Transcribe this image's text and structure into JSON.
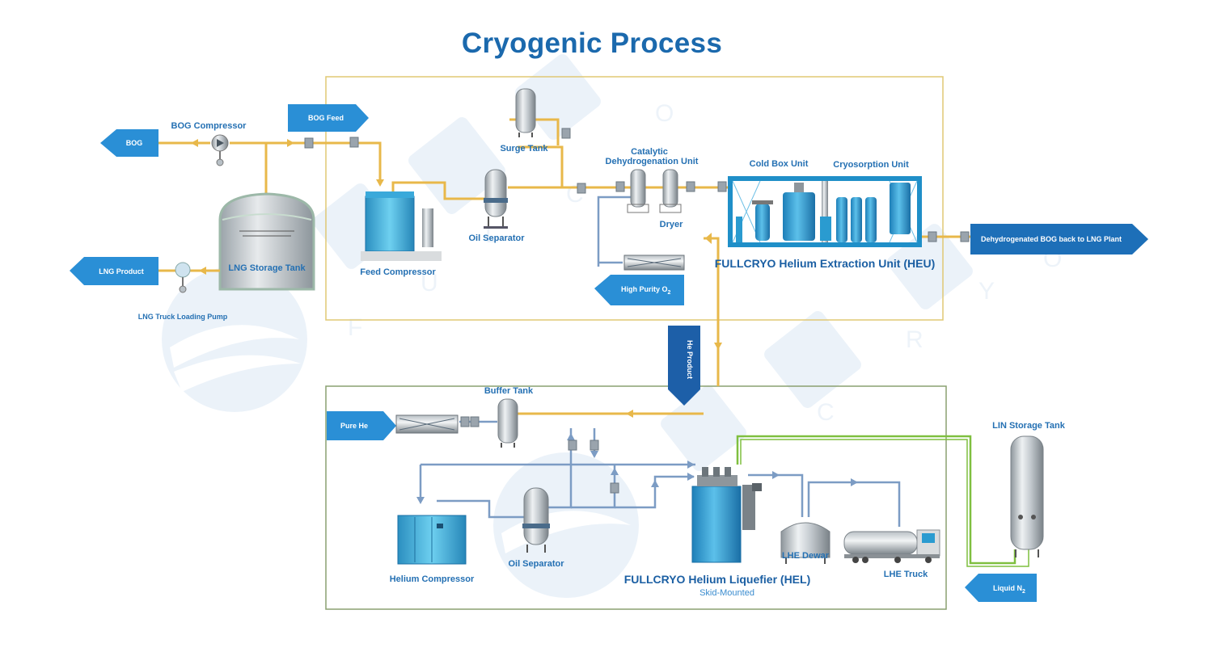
{
  "title": "Cryogenic Process",
  "colors": {
    "gold_pipe": "#e8b84a",
    "blue_pipe": "#7c9cc4",
    "green_pipe": "#7fbf3f",
    "tag_blue": "#2a8fd6",
    "tag_dark": "#1d5fa8",
    "frame_top": "#e0c874",
    "frame_bottom": "#8aa070"
  },
  "tags": {
    "bog": "BOG",
    "bog_feed": "BOG Feed",
    "lng_product": "LNG Product",
    "high_purity_o2": "High Purity O",
    "high_purity_o2_sub": "2",
    "dehydrogenated_bog": "Dehydrogenated BOG back to LNG Plant",
    "he_product": "He Product",
    "pure_he": "Pure He",
    "liquid_n2": "Liquid N",
    "liquid_n2_sub": "2"
  },
  "labels": {
    "bog_compressor": "BOG Compressor",
    "surge_tank": "Surge Tank",
    "catalytic_line1": "Catalytic",
    "catalytic_line2": "Dehydrogenation Unit",
    "cold_box_unit": "Cold Box Unit",
    "cryosorption_unit": "Cryosorption Unit",
    "oil_separator_top": "Oil Separator",
    "dryer": "Dryer",
    "feed_compressor": "Feed Compressor",
    "lng_storage_tank": "LNG Storage Tank",
    "lng_truck_loading_pump": "LNG Truck Loading Pump",
    "heu": "FULLCRYO Helium Extraction Unit (HEU)",
    "buffer_tank": "Buffer Tank",
    "lin_storage_tank": "LIN Storage Tank",
    "helium_compressor": "Helium Compressor",
    "oil_separator_bottom": "Oil Separator",
    "lhe_dewar": "LHE Dewar",
    "lhe_truck": "LHE Truck",
    "hel": "FULLCRYO Helium Liquefier (HEL)",
    "skid_mounted": "Skid-Mounted"
  }
}
